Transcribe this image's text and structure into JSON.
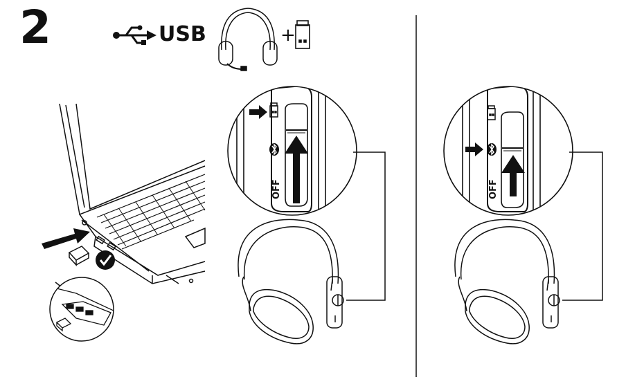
{
  "step": {
    "number": "2"
  },
  "connection": {
    "label": "USB",
    "plus": "+"
  },
  "switch": {
    "off_label": "OFF"
  },
  "icons": {
    "usb": "usb-symbol-icon",
    "headset": "headset-icon",
    "receiver": "usb-receiver-icon",
    "bluetooth": "bluetooth-icon",
    "check": "check-icon",
    "arrow": "arrow-icon"
  },
  "colors": {
    "ink": "#111111",
    "background": "#ffffff"
  }
}
